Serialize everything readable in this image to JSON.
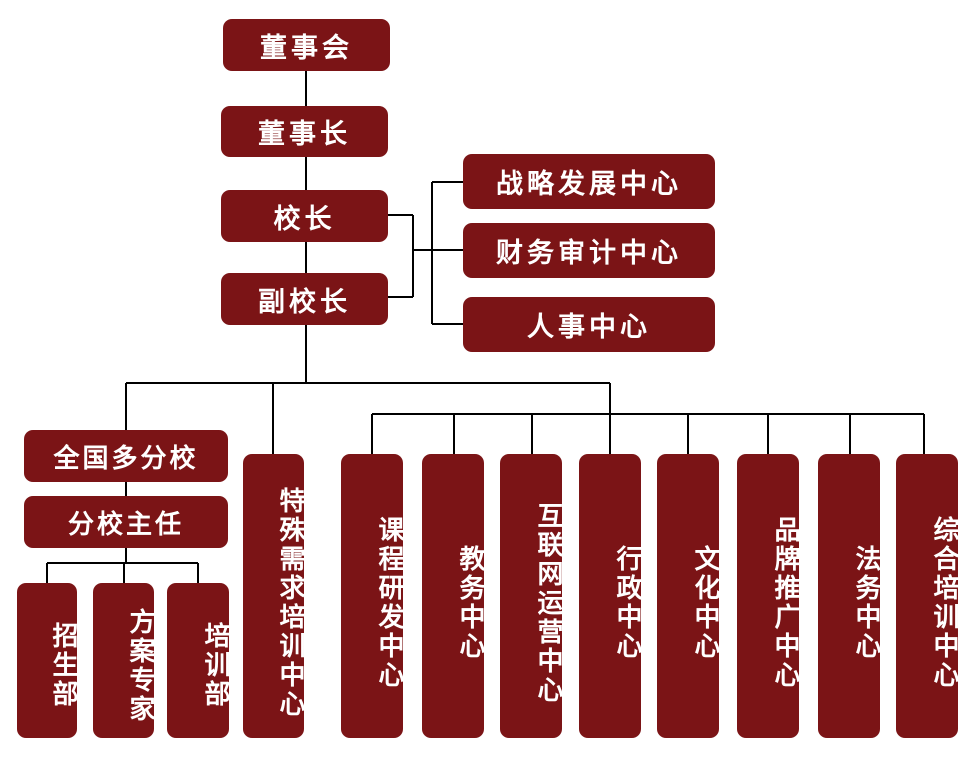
{
  "nodes": {
    "board": "董事会",
    "chairman": "董事长",
    "principal": "校长",
    "vice_principal": "副校长",
    "strategy": "战略发展中心",
    "finance": "财务审计中心",
    "hr": "人事中心",
    "branches": "全国多分校",
    "branch_director": "分校主任",
    "enrollment": "招生部",
    "plan_expert": "方案专家",
    "training_dept": "培训部",
    "special_needs": "特殊需求培训中心",
    "curriculum": "课程研发中心",
    "academic": "教务中心",
    "internet_ops": "互联网运营中心",
    "admin": "行政中心",
    "culture": "文化中心",
    "brand": "品牌推广中心",
    "legal": "法务中心",
    "training_center": "综合培训中心"
  },
  "colors": {
    "box_fill": "#7b1416",
    "box_text": "#ffffff",
    "connector": "#000000"
  }
}
